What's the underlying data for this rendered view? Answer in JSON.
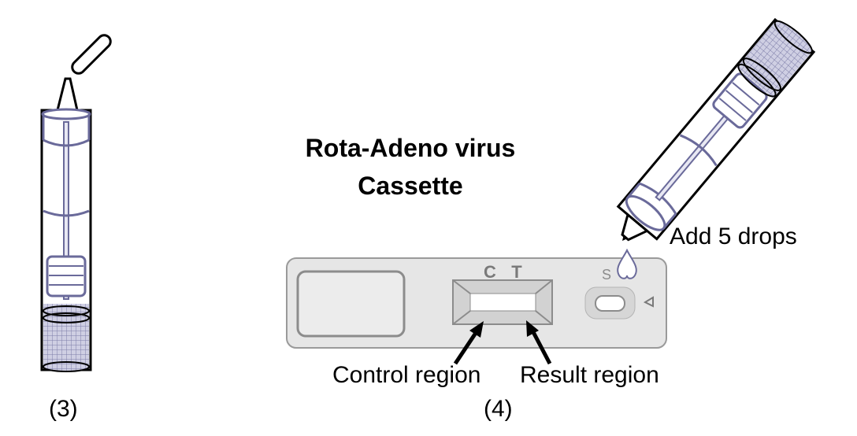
{
  "title_line1": "Rota-Adeno virus",
  "title_line2": "Cassette",
  "add_drops_label": "Add 5 drops",
  "control_region_label": "Control region",
  "result_region_label": "Result region",
  "step3_label": "(3)",
  "step4_label": "(4)",
  "cassette": {
    "c_label": "C",
    "t_label": "T",
    "s_label": "S"
  },
  "colors": {
    "tube_outline": "#6a6a9a",
    "tube_fill": "#c9c9df",
    "cassette_body": "#e6e6e6",
    "cassette_border": "#9a9a9a"
  }
}
